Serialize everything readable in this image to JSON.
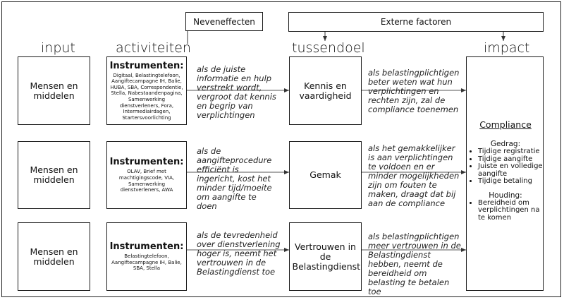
{
  "headers": {
    "input": "input",
    "activiteiten": "activiteiten",
    "tussendoel": "tussendoel",
    "impact": "impact"
  },
  "top": {
    "neveneffecten": "Neveneffecten",
    "externe": "Externe factoren"
  },
  "rows": [
    {
      "input": "Mensen en middelen",
      "instr_title": "Instrumenten:",
      "instr_list": "Digitaal, Belastingtelefoon, Aangiftecampagne IH, Balie, HUBA, SBA, Correspondentie, Stella, Nabestaandenpagina, Samenwerking dienstverleners, Fora, Intermediairdagen, Startersvoorlichting",
      "activity_text": "als de juiste informatie en hulp verstrekt wordt, vergroot dat kennis en begrip van verplichtingen",
      "outcome": "Kennis en vaardigheid",
      "outcome_text": "als belastingplichtigen beter weten wat hun verplichtingen en rechten zijn, zal de compliance toenemen"
    },
    {
      "input": "Mensen en middelen",
      "instr_title": "Instrumenten:",
      "instr_list": "OLAV, Brief met machtigingscode, VIA, Samenwerking dienstverleners, AWA",
      "activity_text": "als de aangifteprocedure efficiënt is ingericht, kost het minder tijd/moeite om aangifte te doen",
      "outcome": "Gemak",
      "outcome_text": "als het gemakkelijker is aan verplichtingen te voldoen en er minder mogelijkheden zijn om fouten te maken, draagt dat bij aan de compliance"
    },
    {
      "input": "Mensen en middelen",
      "instr_title": "Instrumenten:",
      "instr_list": "Belastingtelefoon, Aangiftecampagne IH, Balie, SBA, Stella",
      "activity_text": "als de tevredenheid over dienstverlening hoger is, neemt het vertrouwen in de Belastingdienst toe",
      "outcome": "Vertrouwen in de Belastingdienst",
      "outcome_text": "als belastingplichtigen meer vertrouwen in de Belastingdienst hebben, neemt de bereidheid om belasting te betalen toe"
    }
  ],
  "compliance": {
    "title": "Compliance",
    "gedrag_label": "Gedrag:",
    "gedrag_items": [
      "Tijdige registratie",
      "Tijdige aangifte",
      "Juiste en volledige aangifte",
      "Tijdige betaling"
    ],
    "houding_label": "Houding:",
    "houding_items": [
      "Bereidheid om verplichtingen na te komen"
    ]
  }
}
